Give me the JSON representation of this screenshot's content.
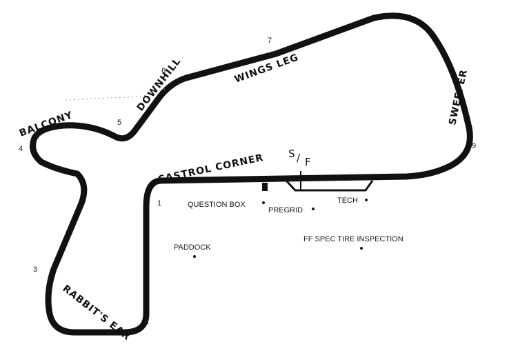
{
  "colors": {
    "track": "#111111",
    "text": "#1a1a1a",
    "background": "#ffffff"
  },
  "start_finish": {
    "s": "S",
    "slash": "/",
    "f": "F"
  },
  "corners": [
    "1",
    "2",
    "3",
    "4",
    "5",
    "6",
    "7",
    "9"
  ],
  "sections": {
    "balcony": "BALCONY",
    "downhill": "DOWNHILL",
    "wings_leg": "WINGS LEG",
    "sweeper": "SWEEPER",
    "castrol_corner": "CASTROL CORNER",
    "rabbits_ear": "RABBIT'S EAR"
  },
  "facilities": {
    "question_box": "QUESTION BOX",
    "pregrid": "PREGRID",
    "tech": "TECH",
    "paddock": "PADDOCK",
    "ff_spec_tire_inspection": "FF SPEC TIRE INSPECTION"
  }
}
